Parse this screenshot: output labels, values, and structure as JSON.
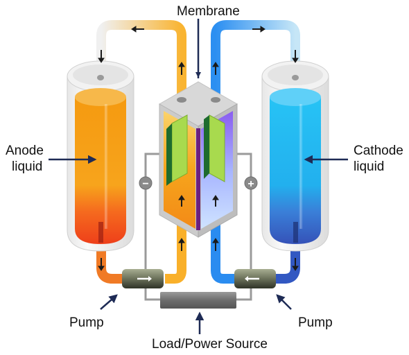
{
  "labels": {
    "membrane": "Membrane",
    "anode_line1": "Anode",
    "anode_line2": "liquid",
    "cathode_line1": "Cathode",
    "cathode_line2": "liquid",
    "pump_left": "Pump",
    "pump_right": "Pump",
    "load": "Load/Power Source"
  },
  "terminals": {
    "negative": "−",
    "positive": "+"
  },
  "colors": {
    "anode_liquid": "#f7a21b",
    "anode_bottom": "#f2451b",
    "anode_pipe": "#f9a825",
    "cathode_liquid": "#2fb8ee",
    "cathode_bottom": "#3a5fc4",
    "cathode_pipe": "#2a8cf0",
    "electrode": "#9ed64a",
    "membrane": "#6b2080",
    "wire": "#999999",
    "callout": "#1e2b55"
  }
}
